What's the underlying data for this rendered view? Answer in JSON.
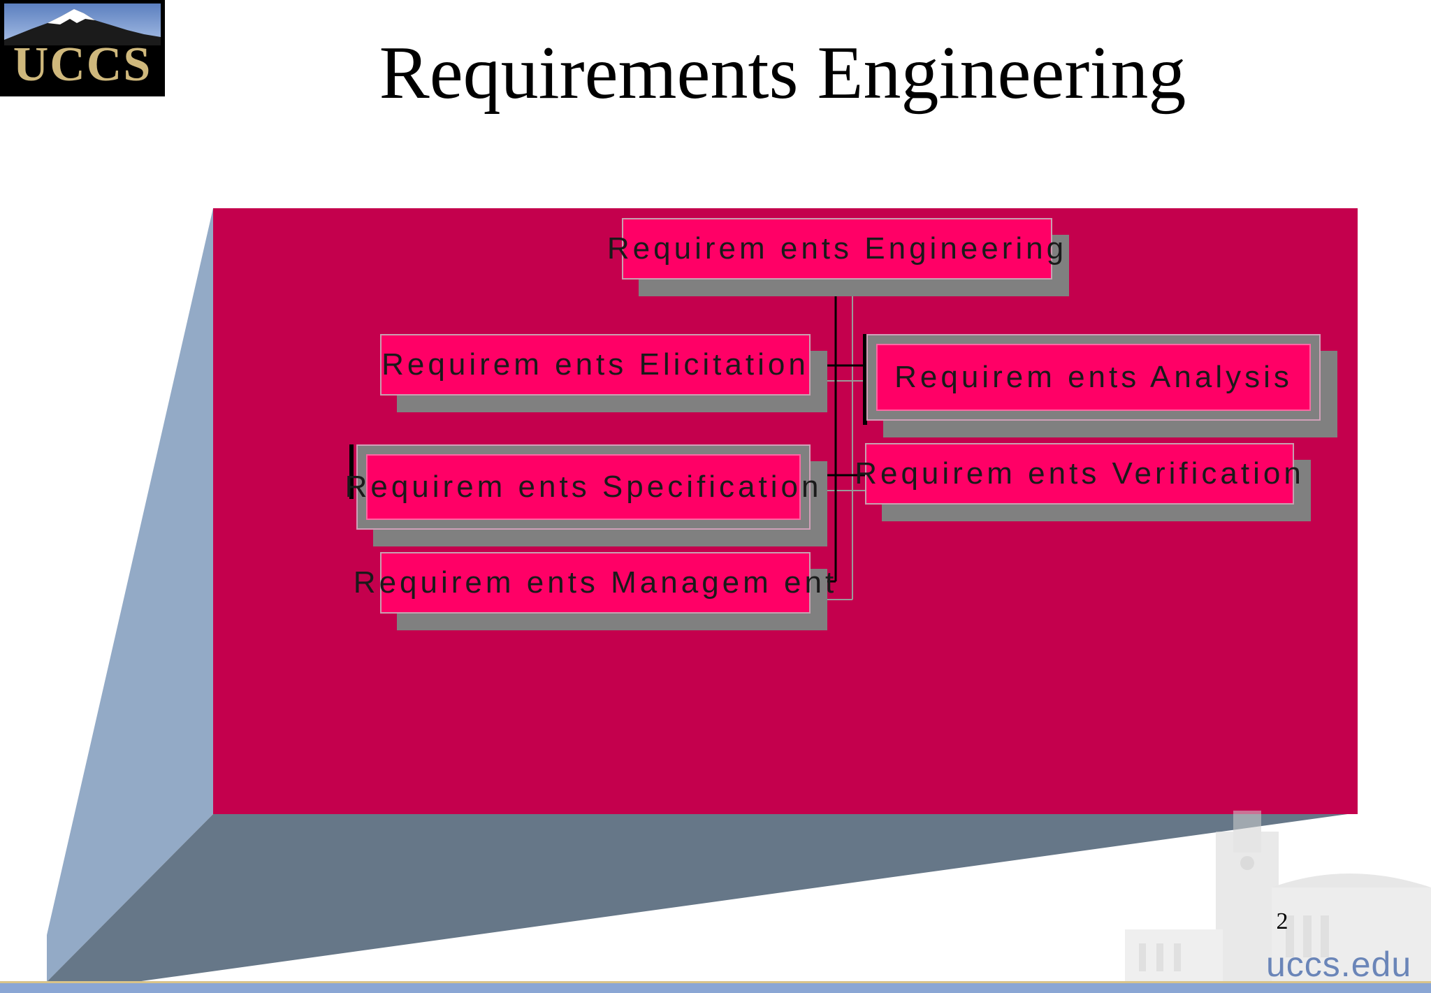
{
  "logo": {
    "text": "UCCS"
  },
  "title": "Requirements Engineering",
  "diagram": {
    "root": "Requirem ents Engineering",
    "elicitation": "Requirem ents Elicitation",
    "analysis": "Requirem ents Analysis",
    "specification": "Requirem ents Specification",
    "verification": "Requirem ents Verification",
    "management": "Requirem ents Managem ent"
  },
  "footer": {
    "page_number": "2",
    "url": "uccs.edu"
  },
  "colors": {
    "panel_front": "#c4004d",
    "panel_left": "#93aac6",
    "panel_bottom": "#667788",
    "box_fill": "#ff0066",
    "box_shadow": "#808080",
    "brand_gold": "#cfb87c",
    "brand_blue": "#6a85b8"
  }
}
